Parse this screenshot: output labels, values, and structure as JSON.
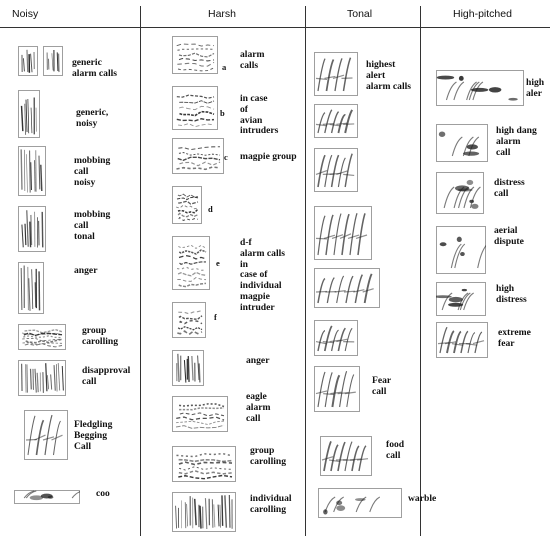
{
  "columns": [
    "Noisy",
    "Harsh",
    "Tonal",
    "High-pitched"
  ],
  "labels": {
    "noisy": [
      [
        "generic",
        "alarm calls"
      ],
      [
        "generic,",
        "noisy"
      ],
      [
        "mobbing",
        "call",
        "noisy"
      ],
      [
        "mobbing",
        "call",
        "tonal"
      ],
      [
        "anger"
      ],
      [
        "group",
        "carolling"
      ],
      [
        "disapproval",
        "call"
      ],
      [
        "Fledgling",
        "Begging",
        "Call"
      ],
      [
        "coo"
      ]
    ],
    "harsh": [
      [
        "alarm",
        "calls"
      ],
      [
        "in case",
        "of",
        "avian",
        "intruders"
      ],
      [
        "magpie group"
      ],
      [
        "d-f",
        "alarm calls",
        "in",
        "case of",
        "individual",
        "magpie",
        "intruder"
      ],
      [
        "anger"
      ],
      [
        "eagle",
        "alarm",
        "call"
      ],
      [
        "group",
        "carolling"
      ],
      [
        "individual",
        "carolling"
      ]
    ],
    "tonal": [
      [
        "highest",
        "alert",
        "alarm calls"
      ],
      [
        "Fear",
        "call"
      ],
      [
        "food",
        "call"
      ],
      [
        "warble"
      ]
    ],
    "high": [
      [
        "high",
        "aler"
      ],
      [
        "high dang",
        "alarm",
        "call"
      ],
      [
        "distress",
        "call"
      ],
      [
        "aerial",
        "dispute"
      ],
      [
        "high",
        "distress"
      ],
      [
        "extreme",
        "fear"
      ]
    ]
  },
  "sublabels": [
    "a",
    "b",
    "c",
    "d",
    "e",
    "f"
  ]
}
